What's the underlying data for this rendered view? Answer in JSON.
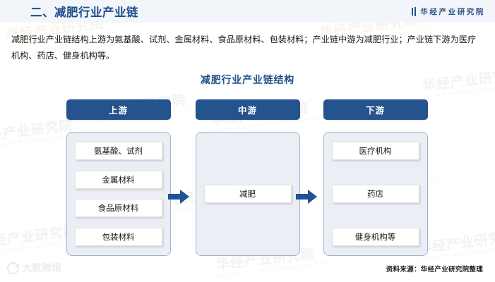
{
  "header": {
    "title": "二、减肥行业产业链",
    "brand": "华经产业研究院",
    "accent_color": "#1f4E8C",
    "bg_color": "#f2f5fa"
  },
  "intro": {
    "paragraph": "减肥行业产业链结构上游为氨基酸、试剂、金属材料、食品原材料、包装材料；产业链中游为减肥行业；产业链下游为医疗机构、药店、健身机构等。"
  },
  "chart_data": {
    "type": "diagram",
    "title": "减肥行业产业链结构",
    "title_color": "#24528c",
    "header_color": "#24538e",
    "panel_bg": "#ebeef4",
    "panel_border": "#9fb4d1",
    "arrow_color": "#1f5296",
    "columns": [
      {
        "id": "upstream",
        "header": "上游",
        "nodes": [
          "氨基酸、试剂",
          "金属材料",
          "食品原材料",
          "包装材料"
        ]
      },
      {
        "id": "midstream",
        "header": "中游",
        "nodes": [
          "减肥"
        ]
      },
      {
        "id": "downstream",
        "header": "下游",
        "nodes": [
          "医疗机构",
          "药店",
          "健身机构等"
        ]
      }
    ],
    "arrows": [
      {
        "id": "arrow-upstream-to-midstream",
        "direction": "right"
      },
      {
        "id": "arrow-midstream-to-downstream",
        "direction": "right"
      }
    ]
  },
  "footer": {
    "source": "资料来源：华经产业研究院整理"
  },
  "watermarks": {
    "primary": "华经产业研究院",
    "primary_sub": "HUAJING INDUSTRY RESEARCH INSTITUTE",
    "corner_logo": "大数跨境"
  }
}
